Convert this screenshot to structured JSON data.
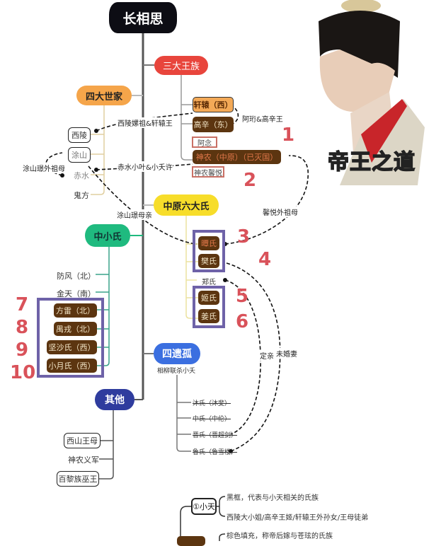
{
  "title": "长相思",
  "categories": {
    "three_royal": "三大王族",
    "four_families": "四大世家",
    "central_six": "中原六大氏",
    "minor": "中小氏",
    "four_orphans": "四遗孤",
    "others": "其他"
  },
  "three_royal_items": [
    {
      "label": "轩辕（西）"
    },
    {
      "label": "高辛（东）"
    },
    {
      "label": "阿念"
    },
    {
      "label": "神农（中原）（已灭国）"
    },
    {
      "label": "神农馨悦"
    }
  ],
  "four_family_items": [
    "西陵",
    "涂山",
    "赤水",
    "鬼方"
  ],
  "central_six_items": [
    "曋氏",
    "樊氏",
    "郑氏",
    "姬氏",
    "姜氏"
  ],
  "minor_items": [
    "防风（北）",
    "金天（南）",
    "方雷（北）",
    "禺戎（北）",
    "坚沙氏（西）",
    "小月氏（西）"
  ],
  "four_orphans_note": "相柳联杀小夭",
  "four_orphans_items": [
    "沐氏（沐斐）",
    "中氏（中伦）",
    "晋氏（晋超剑）",
    "鲁氏（鲁雪楼）"
  ],
  "others_items": [
    "西山王母",
    "神农义军",
    "百黎族巫王"
  ],
  "relations": {
    "xiling_xuanyuan": "西陵嫘祖&轩辕王",
    "chishui_xiaoyao": "赤水小叶&小夭许",
    "ahen_gaoxin": "阿珩&高辛王",
    "tushan_grandma": "涂山璟外祖母",
    "tushan_mother": "涂山璟母亲",
    "xinyue_grandma": "馨悦外祖母",
    "engaged": "定亲",
    "fiancee": "未婚妻"
  },
  "numbers": [
    "1",
    "2",
    "3",
    "4",
    "5",
    "6",
    "7",
    "8",
    "9",
    "10"
  ],
  "legend": {
    "xiaoyao_box": "①小天",
    "xiaoyao_desc1": "黑框，代表与小天相关的氏族",
    "xiaoyao_desc2": "西陵大小姐/高辛王姬/轩辕王外孙女/王母徒弟",
    "brown_desc": "棕色填充，称帝后嫁与苍玹的氏族"
  },
  "photo_caption": "帝王之道",
  "colors": {
    "root": "#0d0d14",
    "royal": "#e8453c",
    "families": "#f5a54a",
    "central": "#f7dd2a",
    "minor": "#1fba7f",
    "orphans": "#3b6fe0",
    "others": "#2f3c9e",
    "brown_fill": "#5c3510",
    "highlight_frame": "#6e62a8",
    "number_red": "#d9525a"
  }
}
